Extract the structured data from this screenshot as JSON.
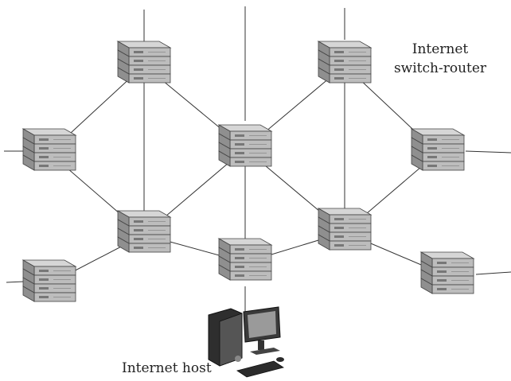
{
  "labels": {
    "router_line1": "Internet",
    "router_line2": "switch-router",
    "host": "Internet host"
  },
  "icons": {
    "router": "switch-router-icon",
    "host": "desktop-computer-icon"
  },
  "colors": {
    "line": "#333333",
    "device_top": "#d6d6d6",
    "device_front": "#bdbdbd",
    "device_side": "#8f8f8f",
    "host_body": "#2e2e2e"
  },
  "nodes": [
    {
      "id": "r-top-left"
    },
    {
      "id": "r-top-right"
    },
    {
      "id": "r-center"
    },
    {
      "id": "r-far-left-upper"
    },
    {
      "id": "r-far-right-upper"
    },
    {
      "id": "r-mid-left"
    },
    {
      "id": "r-mid-right"
    },
    {
      "id": "r-bottom-center"
    },
    {
      "id": "r-far-left-lower"
    },
    {
      "id": "r-far-right-lower"
    }
  ],
  "links": [
    [
      "r-top-left",
      "r-center"
    ],
    [
      "r-top-right",
      "r-center"
    ],
    [
      "r-top-left",
      "r-mid-left"
    ],
    [
      "r-top-right",
      "r-mid-right"
    ],
    [
      "r-top-left",
      "r-far-left-upper"
    ],
    [
      "r-top-right",
      "r-far-right-upper"
    ],
    [
      "r-center",
      "r-mid-left"
    ],
    [
      "r-center",
      "r-mid-right"
    ],
    [
      "r-center",
      "r-bottom-center"
    ],
    [
      "r-mid-left",
      "r-bottom-center"
    ],
    [
      "r-mid-right",
      "r-bottom-center"
    ],
    [
      "r-far-left-upper",
      "r-mid-left"
    ],
    [
      "r-far-right-upper",
      "r-mid-right"
    ],
    [
      "r-far-left-lower",
      "r-mid-left"
    ],
    [
      "r-far-right-lower",
      "r-mid-right"
    ]
  ]
}
